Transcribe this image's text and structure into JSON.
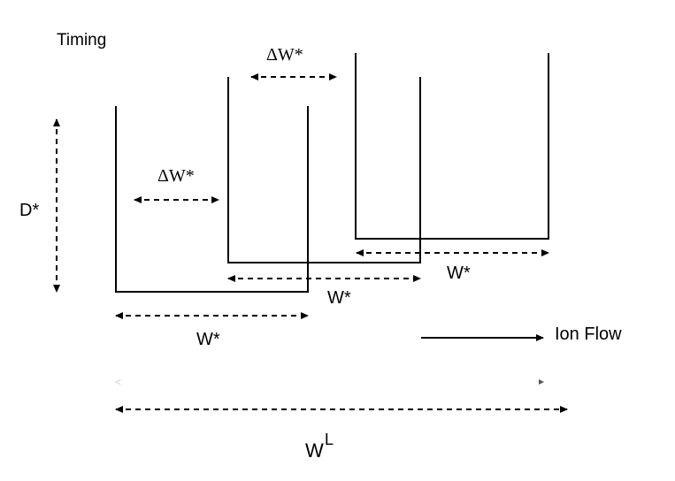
{
  "title": "Timing",
  "labels": {
    "delta_w_top": "ΔW*",
    "delta_w_left": "ΔW*",
    "d_star": "D*",
    "w_star_right": "W*",
    "w_star_middle": "W*",
    "w_star_left": "W*",
    "ion_flow": "Ion Flow",
    "w_l_base": "W",
    "w_l_sup": "L"
  },
  "colors": {
    "stroke": "#000000",
    "background": "#ffffff"
  }
}
